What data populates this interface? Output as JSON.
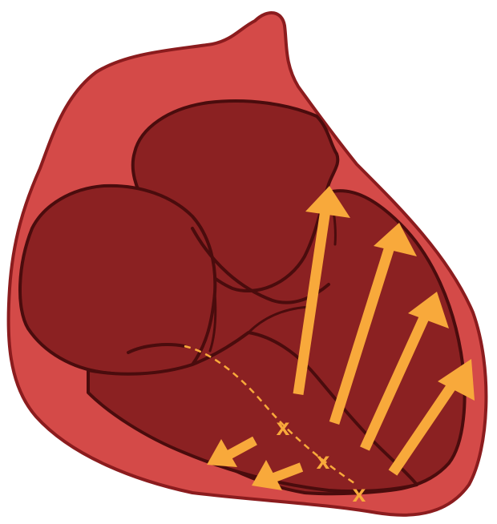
{
  "colors": {
    "outer_wall": "#d44a48",
    "chamber": "#8b2122",
    "outline": "#5a0f10",
    "arrow": "#f8a93b",
    "marker": "#f8a93b"
  },
  "markers": {
    "block_1": "x",
    "block_2": "x",
    "block_3": "x"
  },
  "icons": {
    "arrow": "arrow-icon",
    "block_marker": "x-marker-icon"
  }
}
